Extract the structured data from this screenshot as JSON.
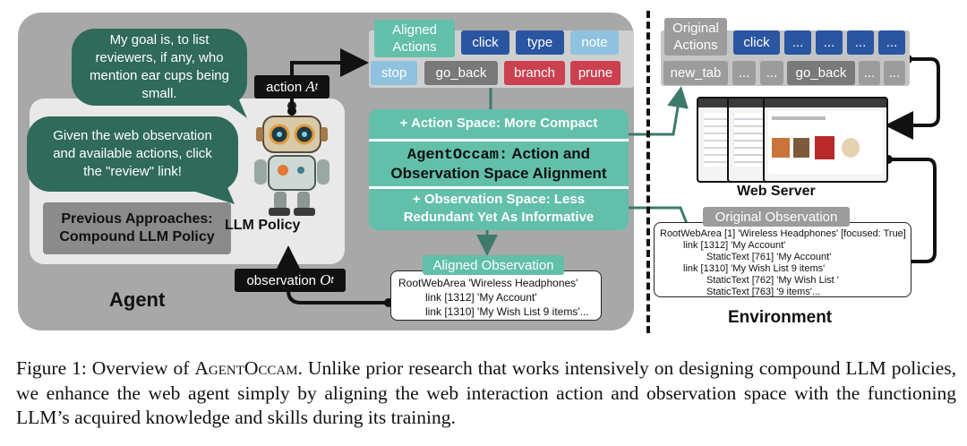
{
  "agent": {
    "title": "Agent",
    "llm_policy": "LLM Policy",
    "previous_line1": "Previous Approaches:",
    "previous_line2": "Compound LLM Policy",
    "goal_bubble": [
      "My goal is, to list",
      "reviewers, if any, who",
      "mention ear cups being",
      "small."
    ],
    "instruction_bubble": [
      "Given the web observation",
      "and available actions, click",
      "the \"review\" link!"
    ],
    "action_label": "action",
    "action_symbol": "A",
    "action_sub": "t",
    "observation_label": "observation",
    "observation_symbol": "O",
    "observation_sub": "t"
  },
  "aligned_actions": {
    "header_line1": "Aligned",
    "header_line2": "Actions",
    "row1": [
      {
        "label": "click",
        "style": "blue"
      },
      {
        "label": "type",
        "style": "blue"
      },
      {
        "label": "note",
        "style": "light"
      }
    ],
    "row2": [
      {
        "label": "stop",
        "style": "light"
      },
      {
        "label": "go_back",
        "style": "gray"
      },
      {
        "label": "branch",
        "style": "red"
      },
      {
        "label": "prune",
        "style": "red"
      }
    ]
  },
  "center": {
    "top": "+ Action Space: More Compact",
    "title_name": "AgentOccam:",
    "title_rest": " Action and",
    "title_line2": "Observation Space Alignment",
    "bottom_line1": "+ Observation Space: Less",
    "bottom_line2": "Redundant Yet As Informative"
  },
  "aligned_observation": {
    "header": "Aligned Observation",
    "lines": [
      "RootWebArea 'Wireless Headphones'",
      "link [1312] 'My Account'",
      "link [1310] 'My Wish List 9 items'..."
    ]
  },
  "original_actions": {
    "header_line1": "Original",
    "header_line2": "Actions",
    "row1": [
      "click",
      "...",
      "...",
      "...",
      "..."
    ],
    "row2": [
      "new_tab",
      "...",
      "...",
      "go_back",
      "...",
      "..."
    ]
  },
  "environment": {
    "web_server": "Web Server",
    "title": "Environment",
    "original_observation_header": "Original Observation",
    "original_observation_lines": [
      "RootWebArea [1] 'Wireless Headphones' [focused: True]",
      "link [1312] 'My Account'",
      "StaticText [761] 'My Account'",
      "link [1310] 'My Wish List 9 items'",
      "StaticText [762] 'My Wish List '",
      "StaticText [763] '9 items'..."
    ]
  },
  "caption": {
    "lead": "Figure 1:  Overview of ",
    "name": "AgentOccam",
    "rest": ". Unlike prior research that works intensively on designing compound LLM policies, we enhance the web agent simply by aligning the web interaction action and observation space with the functioning LLM’s acquired knowledge and skills during its training."
  },
  "colors": {
    "teal": "#62bfaa",
    "dark_teal": "#2f6a5a",
    "blue": "#2a55a0",
    "light_blue": "#8fc2de",
    "red": "#cc414f",
    "gray": "#797979"
  }
}
